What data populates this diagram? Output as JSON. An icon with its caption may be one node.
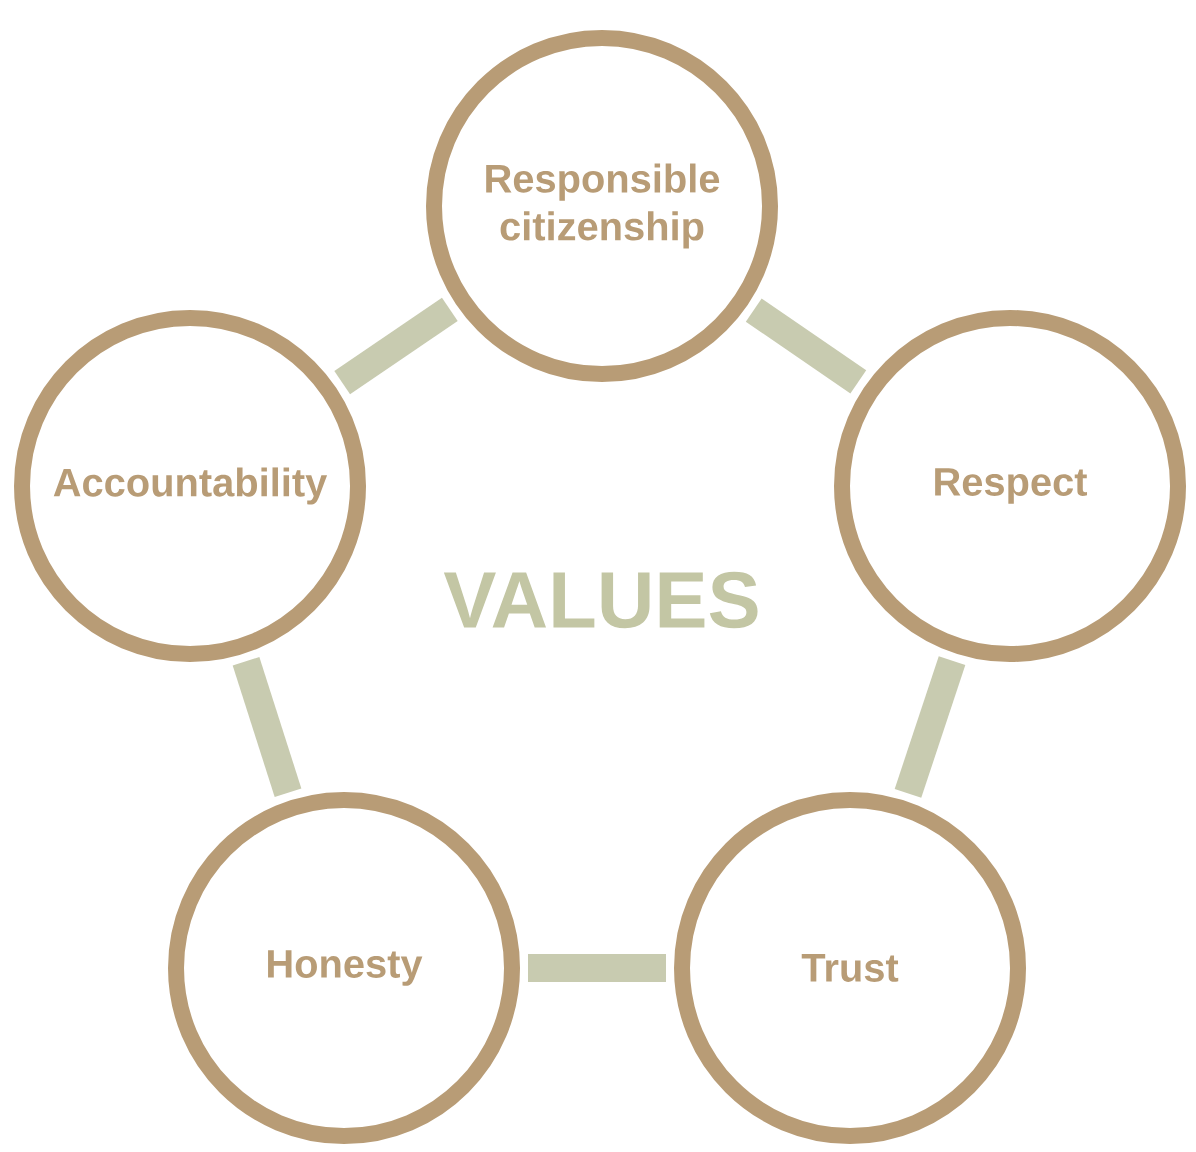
{
  "diagram": {
    "nodes": [
      {
        "text": [
          "Responsible citizenship"
        ]
      },
      {
        "text": [
          "Accountability"
        ]
      },
      {
        "text": [
          "Respect"
        ]
      },
      {
        "text": [
          "Honesty"
        ]
      },
      {
        "text": [
          "Trust"
        ]
      }
    ],
    "edges": [
      {
        "from": 0,
        "to": 2,
        "arrow": "none"
      },
      {
        "from": 2,
        "to": 4,
        "arrow": "none"
      },
      {
        "from": 4,
        "to": 3,
        "arrow": "none"
      },
      {
        "from": 3,
        "to": 1,
        "arrow": "none"
      },
      {
        "from": 1,
        "to": 0,
        "arrow": "none"
      }
    ],
    "labels": [
      "VALUES"
    ]
  }
}
